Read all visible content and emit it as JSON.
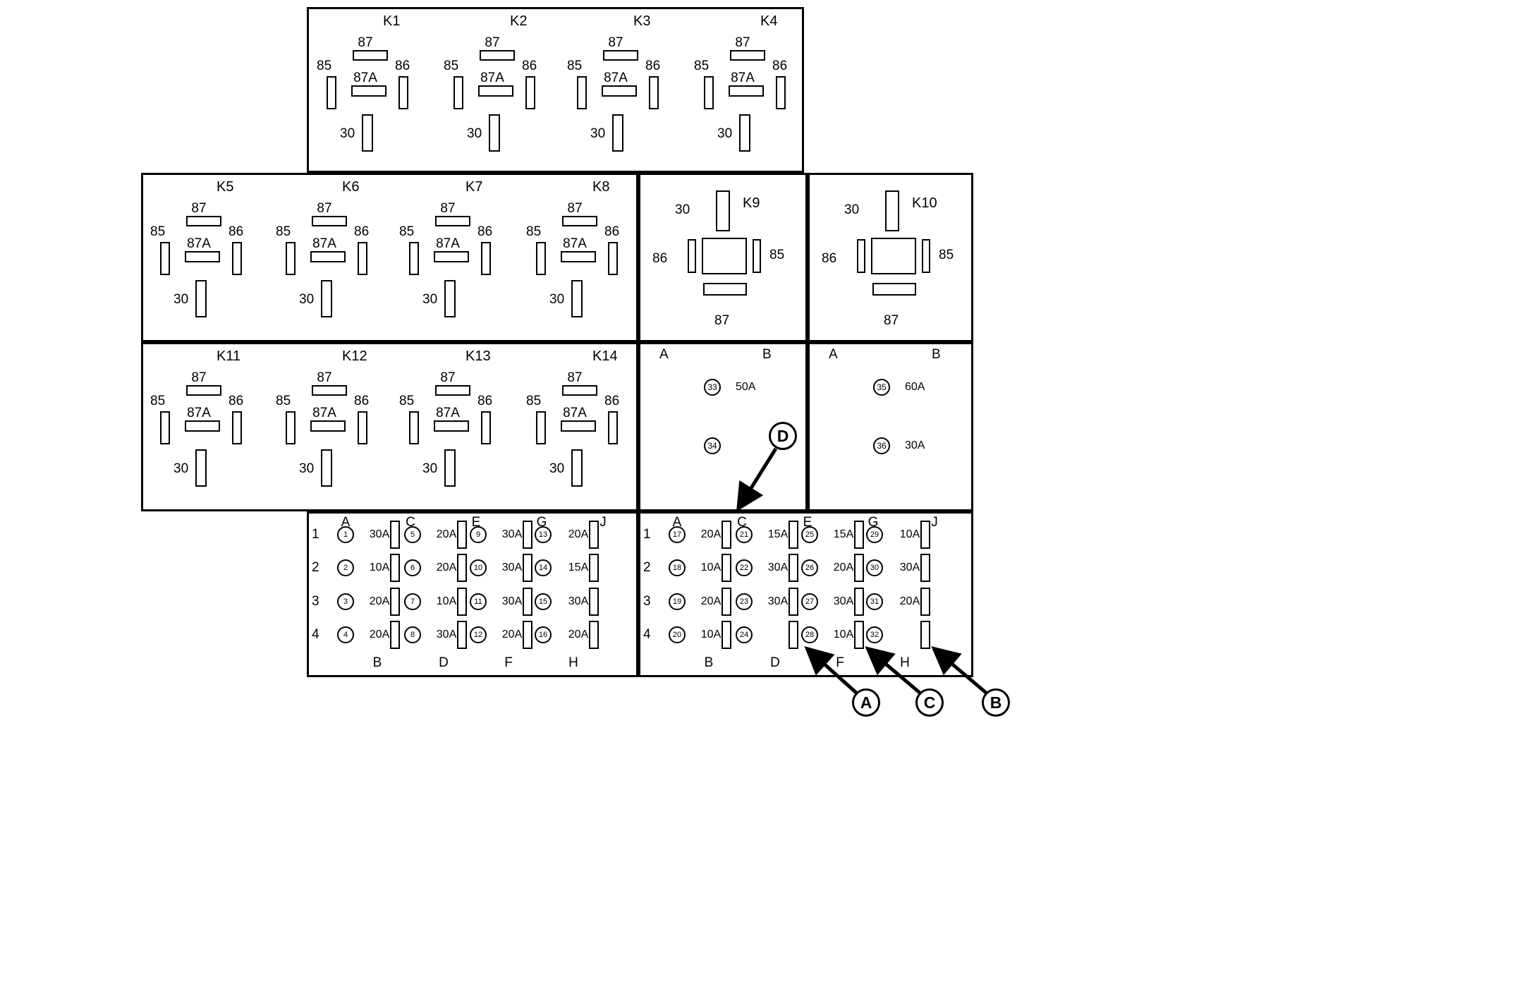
{
  "relay_pin_labels": {
    "p87": "87",
    "p87a": "87A",
    "p85": "85",
    "p86": "86",
    "p30": "30"
  },
  "standard_relays": [
    {
      "id": "K1"
    },
    {
      "id": "K2"
    },
    {
      "id": "K3"
    },
    {
      "id": "K4"
    },
    {
      "id": "K5"
    },
    {
      "id": "K6"
    },
    {
      "id": "K7"
    },
    {
      "id": "K8"
    },
    {
      "id": "K11"
    },
    {
      "id": "K12"
    },
    {
      "id": "K13"
    },
    {
      "id": "K14"
    }
  ],
  "special_relays": [
    {
      "id": "K9"
    },
    {
      "id": "K10"
    }
  ],
  "midi_fuse_boxes": [
    {
      "col_left": "A",
      "col_right": "B",
      "fuses": [
        {
          "num": "33",
          "amp": "50A"
        },
        {
          "num": "34",
          "amp": ""
        }
      ]
    },
    {
      "col_left": "A",
      "col_right": "B",
      "fuses": [
        {
          "num": "35",
          "amp": "60A"
        },
        {
          "num": "36",
          "amp": "30A"
        }
      ]
    }
  ],
  "fuse_grids": [
    {
      "top_labels": [
        "A",
        "C",
        "E",
        "G",
        "J"
      ],
      "bottom_labels": [
        "B",
        "D",
        "F",
        "H"
      ],
      "row_labels": [
        "1",
        "2",
        "3",
        "4"
      ],
      "rows": [
        [
          {
            "num": "1",
            "amp": "30A"
          },
          {
            "num": "5",
            "amp": "20A"
          },
          {
            "num": "9",
            "amp": "30A"
          },
          {
            "num": "13",
            "amp": "20A"
          }
        ],
        [
          {
            "num": "2",
            "amp": "10A"
          },
          {
            "num": "6",
            "amp": "20A"
          },
          {
            "num": "10",
            "amp": "30A"
          },
          {
            "num": "14",
            "amp": "15A"
          }
        ],
        [
          {
            "num": "3",
            "amp": "20A"
          },
          {
            "num": "7",
            "amp": "10A"
          },
          {
            "num": "11",
            "amp": "30A"
          },
          {
            "num": "15",
            "amp": "30A"
          }
        ],
        [
          {
            "num": "4",
            "amp": "20A"
          },
          {
            "num": "8",
            "amp": "30A"
          },
          {
            "num": "12",
            "amp": "20A"
          },
          {
            "num": "16",
            "amp": "20A"
          }
        ]
      ]
    },
    {
      "top_labels": [
        "A",
        "C",
        "E",
        "G",
        "J"
      ],
      "bottom_labels": [
        "B",
        "D",
        "F",
        "H"
      ],
      "row_labels": [
        "1",
        "2",
        "3",
        "4"
      ],
      "rows": [
        [
          {
            "num": "17",
            "amp": "20A"
          },
          {
            "num": "21",
            "amp": "15A"
          },
          {
            "num": "25",
            "amp": "15A"
          },
          {
            "num": "29",
            "amp": "10A"
          }
        ],
        [
          {
            "num": "18",
            "amp": "10A"
          },
          {
            "num": "22",
            "amp": "30A"
          },
          {
            "num": "26",
            "amp": "20A"
          },
          {
            "num": "30",
            "amp": "30A"
          }
        ],
        [
          {
            "num": "19",
            "amp": "20A"
          },
          {
            "num": "23",
            "amp": "30A"
          },
          {
            "num": "27",
            "amp": "30A"
          },
          {
            "num": "31",
            "amp": "20A"
          }
        ],
        [
          {
            "num": "20",
            "amp": "10A"
          },
          {
            "num": "24",
            "amp": ""
          },
          {
            "num": "28",
            "amp": "10A"
          },
          {
            "num": "32",
            "amp": ""
          }
        ]
      ]
    }
  ],
  "callouts": [
    {
      "letter": "D"
    },
    {
      "letter": "A"
    },
    {
      "letter": "C"
    },
    {
      "letter": "B"
    }
  ]
}
